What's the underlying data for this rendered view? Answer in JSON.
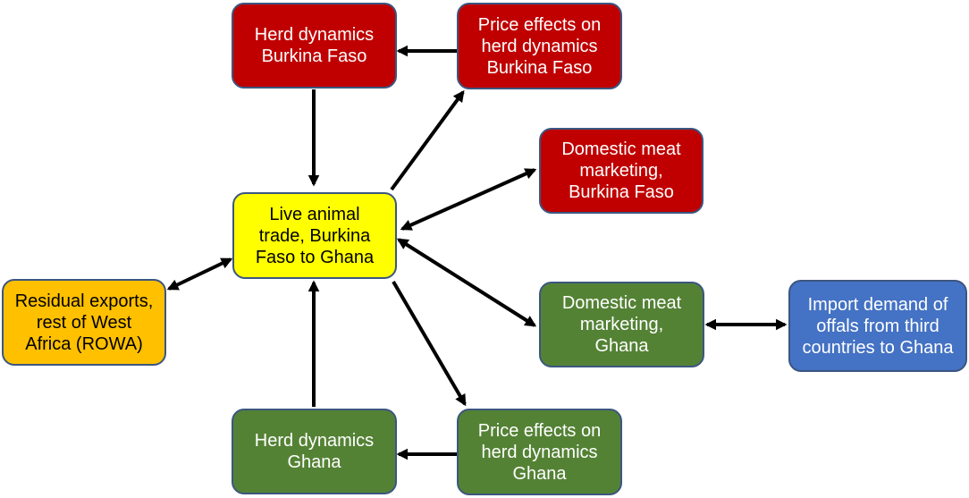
{
  "nodes": {
    "herd_bf": "Herd dynamics\nBurkina Faso",
    "price_bf": "Price effects on\nherd dynamics\nBurkina Faso",
    "meat_bf": "Domestic meat\nmarketing,\nBurkina Faso",
    "live_trade": "Live animal\ntrade, Burkina\nFaso to Ghana",
    "rowa": "Residual exports,\nrest of West\nAfrica (ROWA)",
    "meat_gh": "Domestic meat\nmarketing,\nGhana",
    "offals": "Import demand of\noffals from third\ncountries to Ghana",
    "herd_gh": "Herd dynamics\nGhana",
    "price_gh": "Price effects on\nherd dynamics\nGhana"
  },
  "colors": {
    "burkina_faso": "#c00000",
    "ghana": "#548235",
    "trade": "#ffff00",
    "rowa": "#ffc000",
    "third_countries": "#4472c4",
    "border": "#3b5680",
    "arrow": "#000000"
  }
}
